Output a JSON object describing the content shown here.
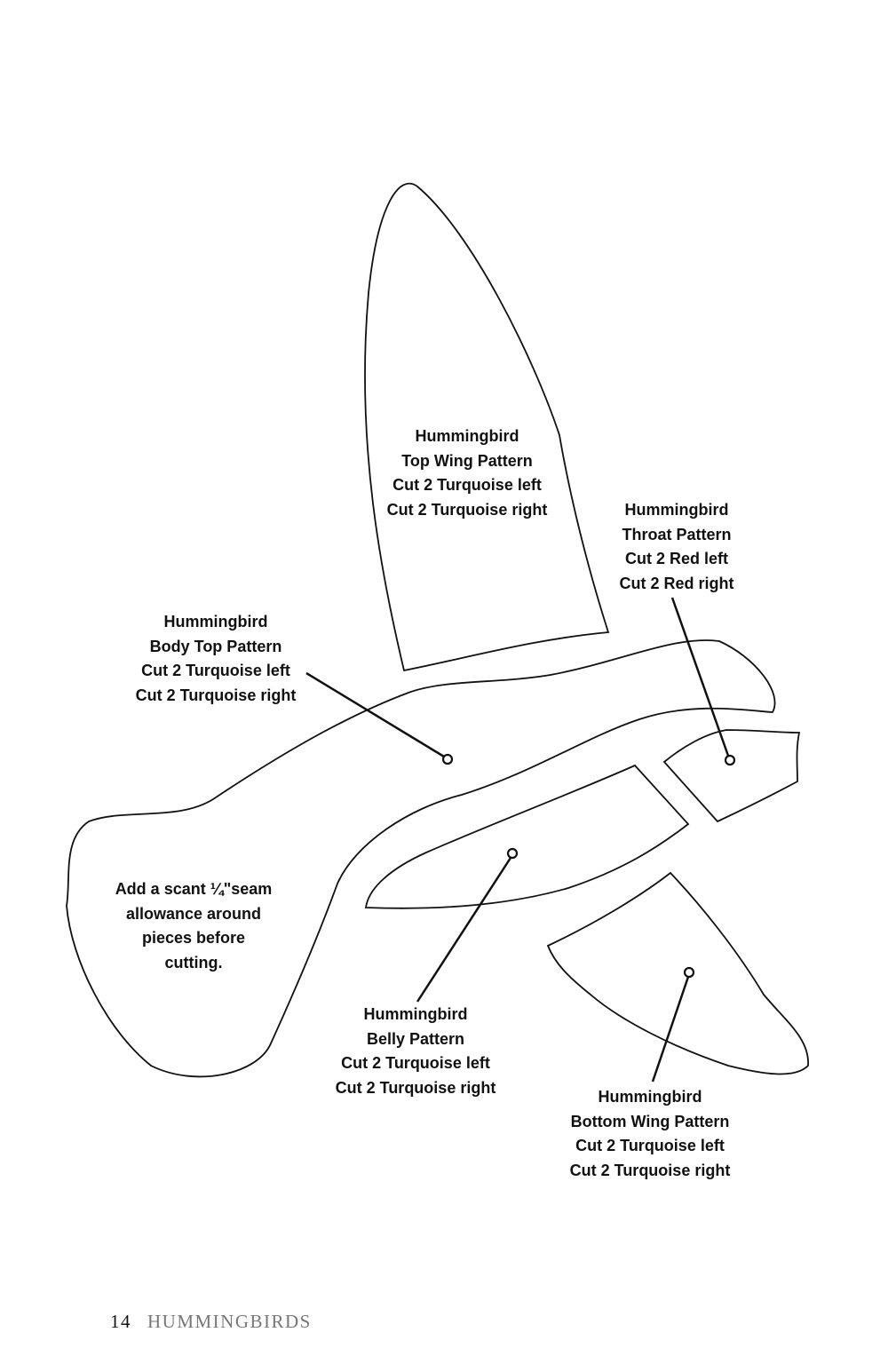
{
  "labels": {
    "top_wing": [
      "Hummingbird",
      "Top Wing Pattern",
      "Cut 2 Turquoise left",
      "Cut 2 Turquoise right"
    ],
    "throat": [
      "Hummingbird",
      "Throat Pattern",
      "Cut 2 Red left",
      "Cut 2 Red right"
    ],
    "body_top": [
      "Hummingbird",
      "Body Top Pattern",
      "Cut 2 Turquoise left",
      "Cut 2 Turquoise right"
    ],
    "seam_note": [
      "Add a scant ¼\"seam",
      "allowance around",
      "pieces before",
      "cutting."
    ],
    "belly": [
      "Hummingbird",
      "Belly Pattern",
      "Cut 2 Turquoise left",
      "Cut 2 Turquoise right"
    ],
    "bottom_wing": [
      "Hummingbird",
      "Bottom Wing Pattern",
      "Cut 2 Turquoise left",
      "Cut 2 Turquoise right"
    ]
  },
  "footer": {
    "page_number": "14",
    "running_title": "HUMMINGBIRDS"
  }
}
